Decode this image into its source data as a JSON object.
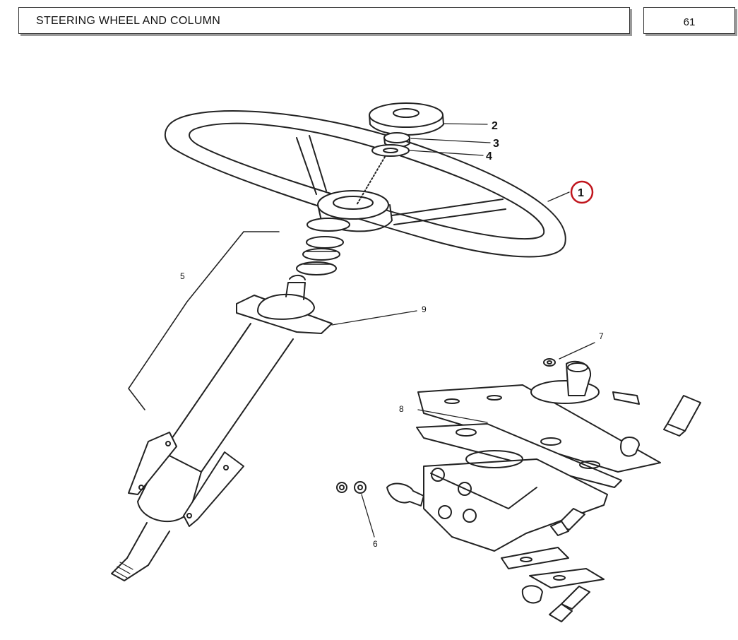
{
  "header": {
    "title": "STEERING WHEEL AND COLUMN",
    "page_number": "61"
  },
  "diagram": {
    "callouts": {
      "c1": "1",
      "c2": "2",
      "c3": "3",
      "c4": "4",
      "c5": "5",
      "c6": "6",
      "c7": "7",
      "c8": "8",
      "c9": "9"
    },
    "highlight_color": "#c0141c"
  }
}
